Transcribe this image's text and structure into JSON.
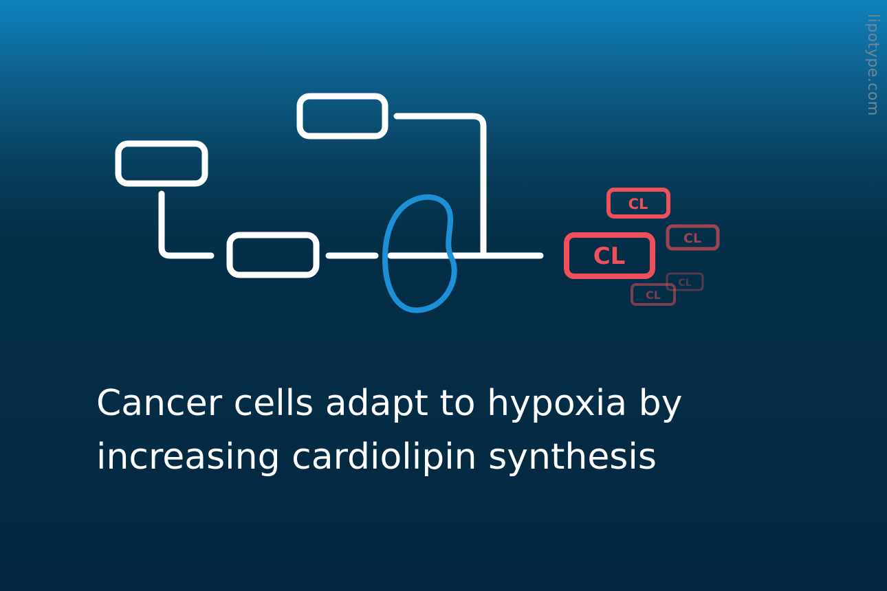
{
  "brand": {
    "watermark": "lipotype.com"
  },
  "headline": {
    "line1": "Cancer cells adapt to hypoxia by",
    "line2": "increasing cardiolipin synthesis"
  },
  "diagram": {
    "molecule_label": "CL",
    "colors": {
      "background_top": "#0f82bd",
      "background_bottom": "#03283f",
      "outline": "#ffffff",
      "membrane": "#1e90d8",
      "cl_accent": "#f0505a"
    }
  }
}
